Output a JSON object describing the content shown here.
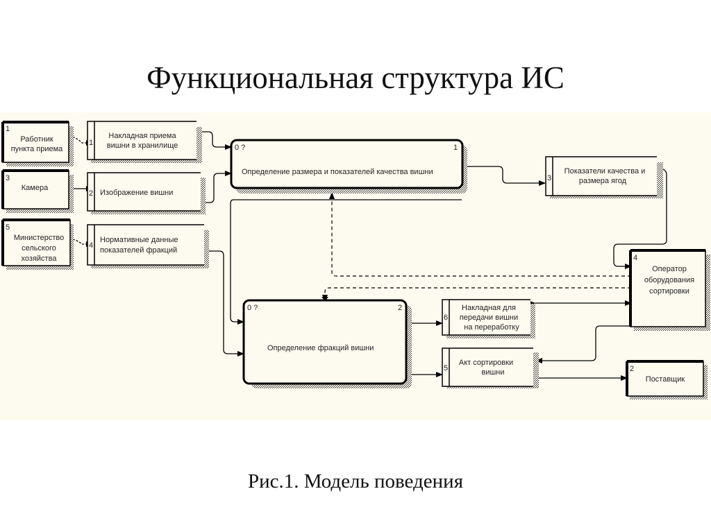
{
  "title": "Функциональная структура ИС",
  "caption": "Рис.1. Модель поведения",
  "colors": {
    "canvas": "#fdfaf0",
    "line": "#000000",
    "text": "#222222"
  },
  "external_entities": [
    {
      "id": "1",
      "lines": [
        "Работник",
        "пункта приема"
      ]
    },
    {
      "id": "3",
      "lines": [
        "Камера"
      ]
    },
    {
      "id": "5",
      "lines": [
        "Министерство",
        "сельского",
        "хозяйства"
      ]
    },
    {
      "id": "4",
      "lines": [
        "Оператор",
        "оборудования",
        "сортировки"
      ]
    },
    {
      "id": "2",
      "lines": [
        "Поставщик"
      ]
    }
  ],
  "data_stores": [
    {
      "id": "1",
      "lines": [
        "Накладная приема",
        "вишни в хранилище"
      ]
    },
    {
      "id": "2",
      "lines": [
        "Изображение вишни"
      ]
    },
    {
      "id": "4",
      "lines": [
        "Нормативные данные",
        "показателей фракций"
      ]
    },
    {
      "id": "3",
      "lines": [
        "Показатели качества и",
        "размера ягод"
      ]
    },
    {
      "id": "6",
      "lines": [
        "Накладная для",
        "передачи вишни",
        "на переработку"
      ]
    },
    {
      "id": "5",
      "lines": [
        "Акт сортировки",
        "вишни"
      ]
    }
  ],
  "processes": [
    {
      "id": "1",
      "cost": "0 ?",
      "label": "Определение размера и показателей качества вишни"
    },
    {
      "id": "2",
      "cost": "0 ?",
      "label": "Определение фракций вишни"
    }
  ]
}
